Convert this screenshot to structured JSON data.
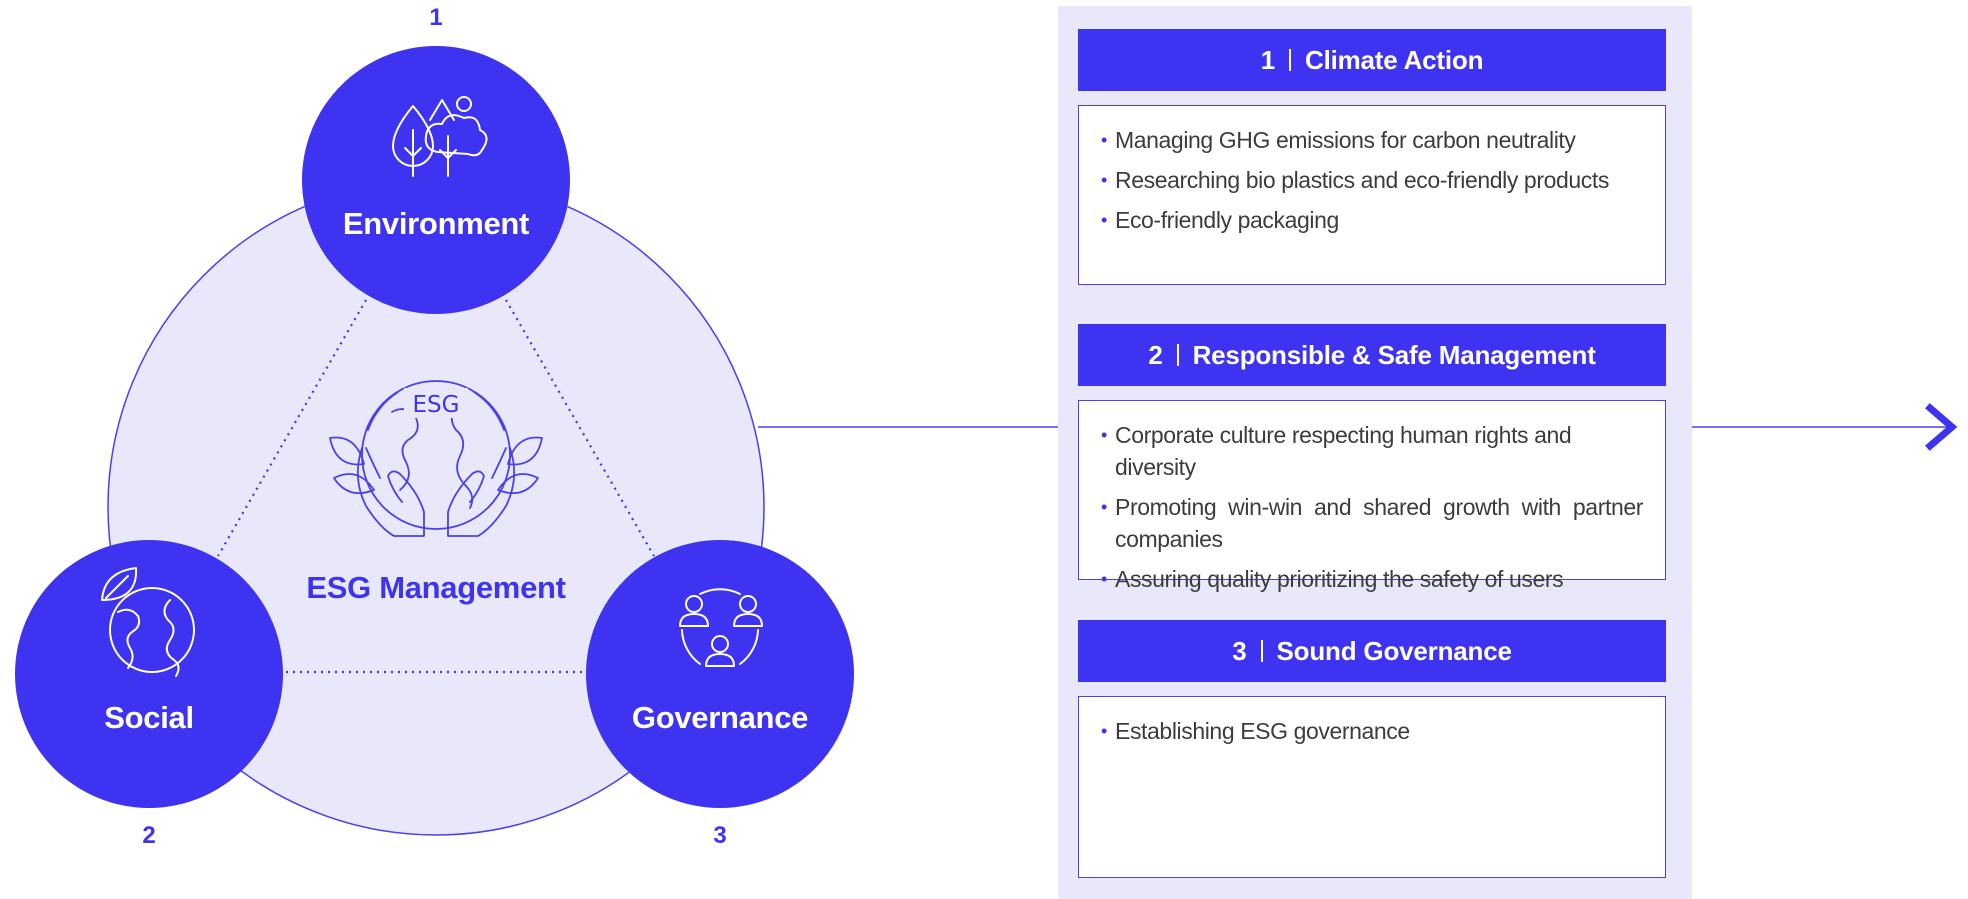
{
  "colors": {
    "primary": "#3e33f0",
    "light": "#e9e8fb",
    "text": "#3c3c3c",
    "white": "#ffffff"
  },
  "diagram": {
    "center_title": "ESG Management",
    "center_badge": "ESG",
    "nodes": [
      {
        "number": "1",
        "title": "Environment",
        "icon": "trees-icon"
      },
      {
        "number": "2",
        "title": "Social",
        "icon": "globe-leaf-icon"
      },
      {
        "number": "3",
        "title": "Governance",
        "icon": "people-network-icon"
      }
    ]
  },
  "sections": [
    {
      "number": "1",
      "title": "Climate Action",
      "items": [
        "Managing GHG emissions for carbon neutrality",
        "Researching bio plastics and eco-friendly products",
        "Eco-friendly packaging"
      ]
    },
    {
      "number": "2",
      "title": "Responsible & Safe Management",
      "items": [
        "Corporate culture respecting human rights and diversity",
        "Promoting win-win and shared growth with partner companies",
        "Assuring quality prioritizing the safety of users"
      ]
    },
    {
      "number": "3",
      "title": "Sound Governance",
      "items": [
        "Establishing ESG governance"
      ]
    }
  ],
  "bullet": "•",
  "arrow_icon": "chevron-right-icon"
}
